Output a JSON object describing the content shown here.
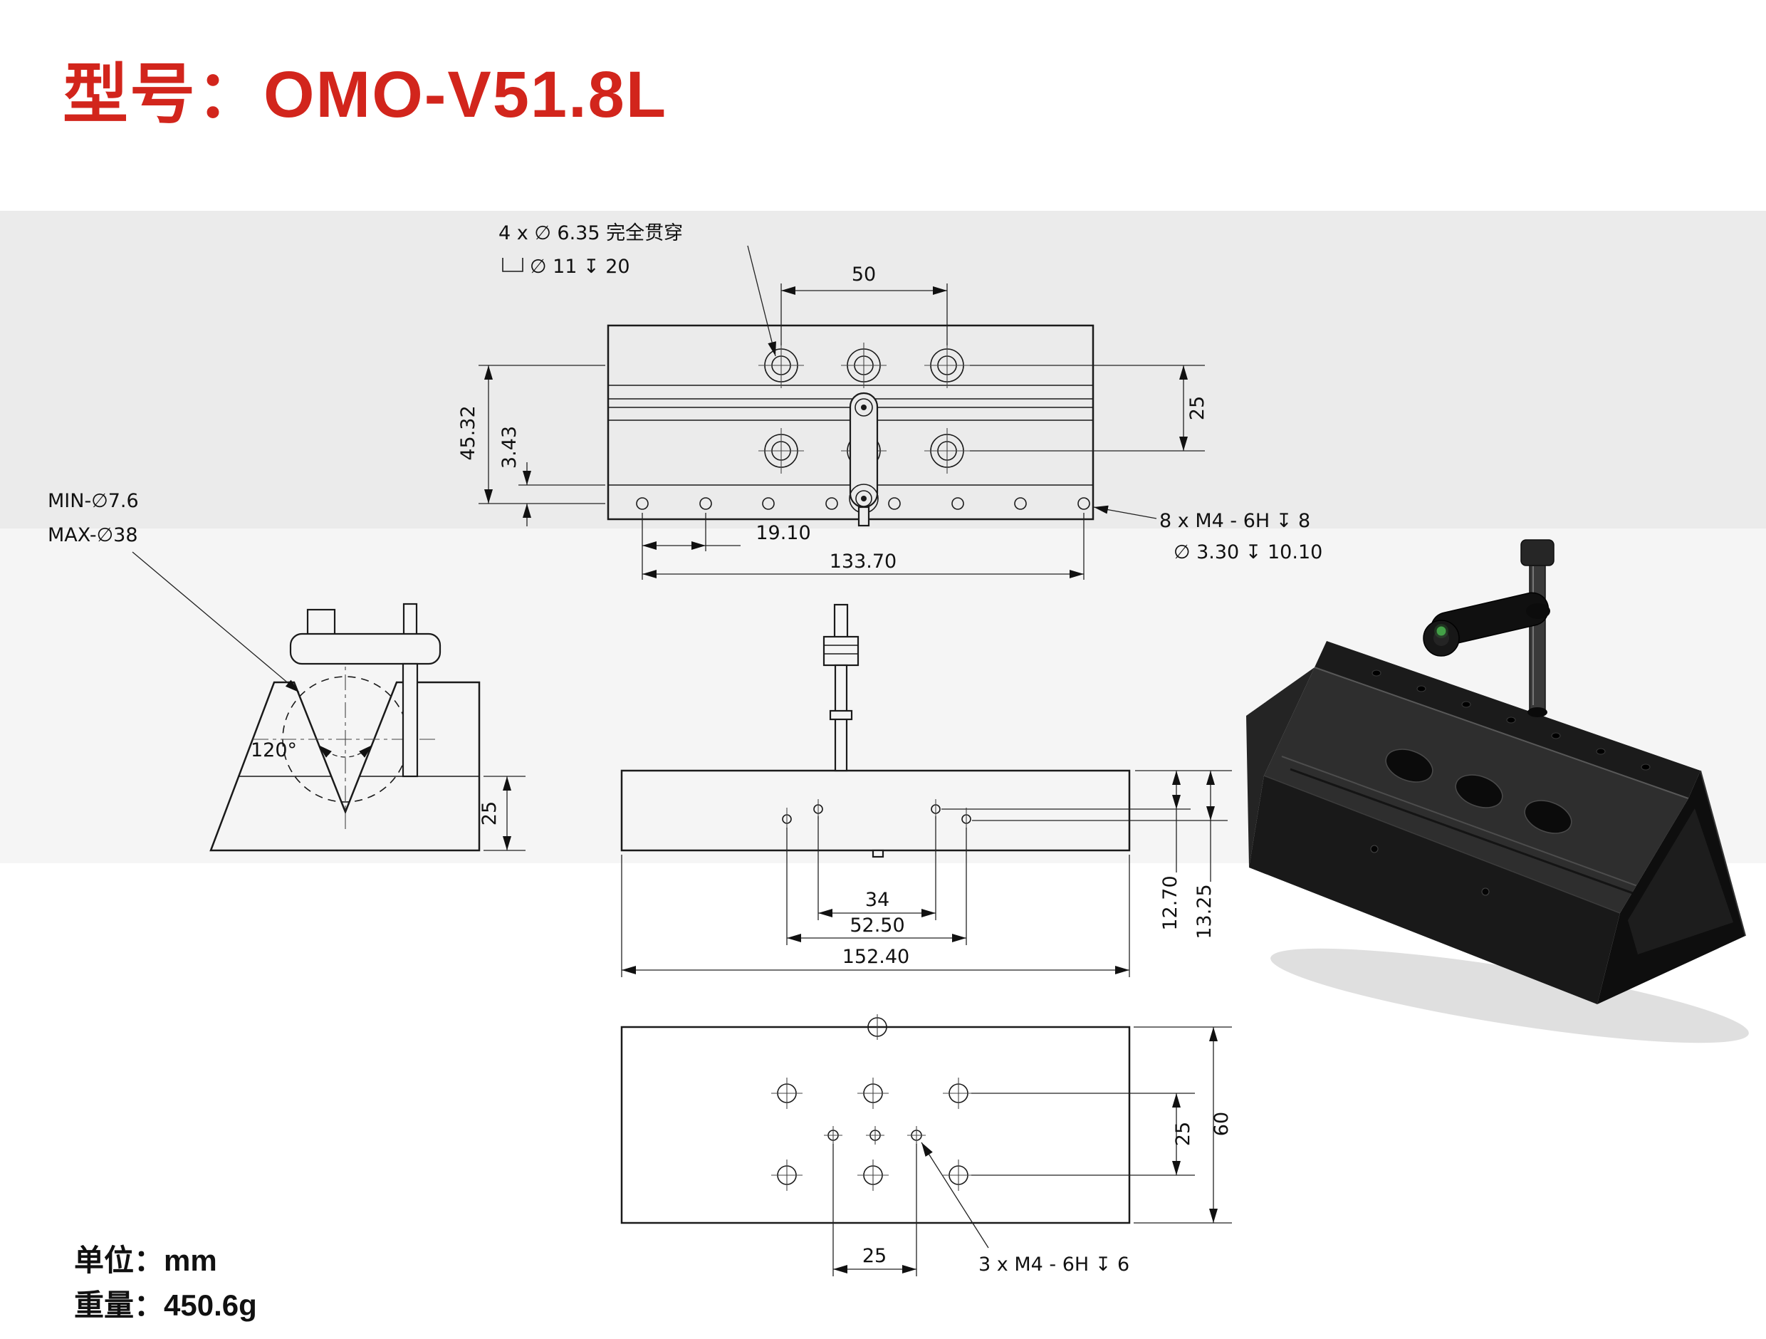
{
  "page": {
    "title": "型号：OMO-V51.8L"
  },
  "footer": {
    "unit": "单位：mm",
    "weight": "重量：450.6g"
  },
  "notes": {
    "cbore_line1": "4 x  ∅ 6.35 完全贯穿",
    "cbore_line2": "∅ 11  ↧ 20",
    "tap8_line1": "8 x  M4 - 6H  ↧ 8",
    "tap8_line2": "∅ 3.30  ↧ 10.10",
    "tap3": "3 x  M4 - 6H  ↧ 6",
    "min_dia": "MIN-∅7.6",
    "max_dia": "MAX-∅38",
    "v_angle": "120°"
  },
  "dims": {
    "top": {
      "pitch50": "50",
      "rows25": "25",
      "h4532": "45.32",
      "e343": "3.43",
      "p1910": "19.10",
      "span13370": "133.70"
    },
    "front": {
      "d34": "34",
      "d5250": "52.50",
      "d15240": "152.40",
      "d1270": "12.70",
      "d1325": "13.25"
    },
    "side": {
      "base25": "25"
    },
    "bottom": {
      "rows25": "25",
      "w60": "60",
      "p25": "25"
    }
  }
}
